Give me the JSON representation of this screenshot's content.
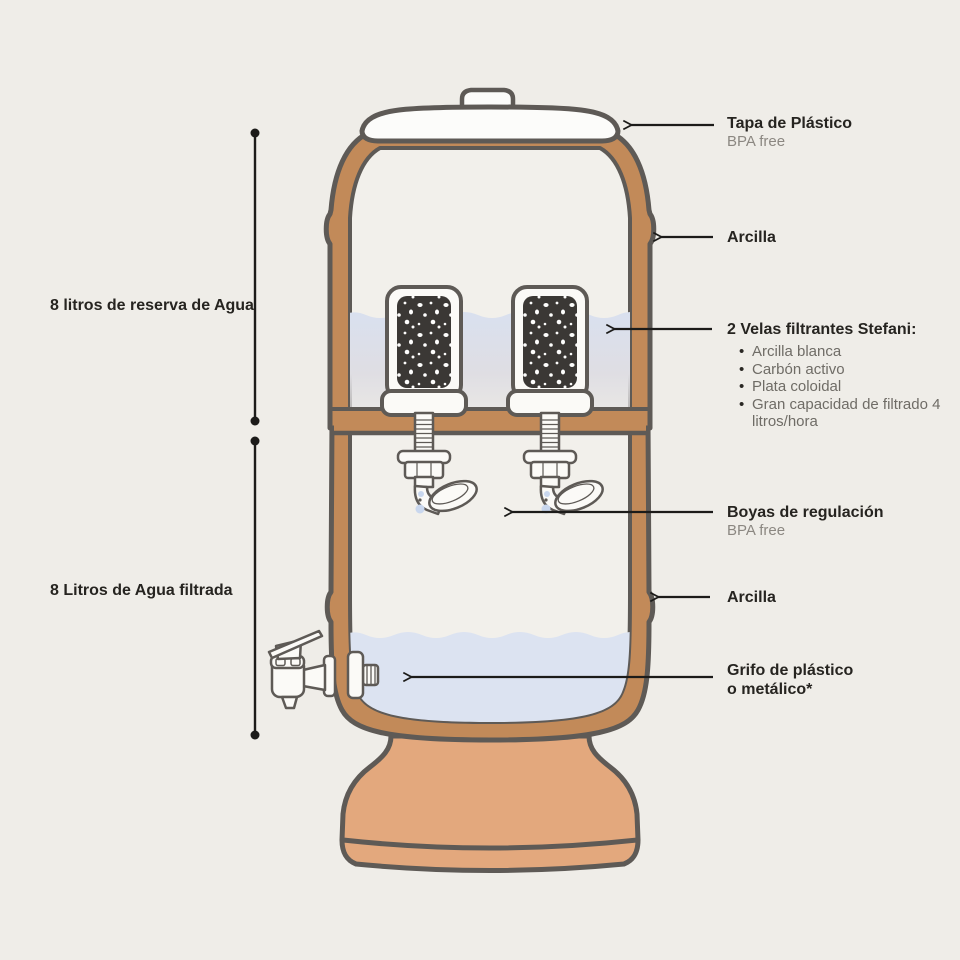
{
  "annotations": {
    "tapa": {
      "title": "Tapa de Plástico",
      "subtitle": "BPA free"
    },
    "arcilla_top": {
      "title": "Arcilla"
    },
    "velas": {
      "title": "2 Velas filtrantes Stefani:",
      "bullets": [
        "Arcilla blanca",
        "Carbón activo",
        "Plata coloidal",
        "Gran capacidad de filtrado 4 litros/hora"
      ]
    },
    "boyas": {
      "title": "Boyas de regulación",
      "subtitle": "BPA free"
    },
    "arcilla_bottom": {
      "title": "Arcilla"
    },
    "grifo": {
      "title": "Grifo de plástico",
      "title_line2": "o metálico*"
    }
  },
  "measurements": {
    "upper": "8 litros de reserva de Agua",
    "lower": "8 Litros de Agua filtrada"
  },
  "colors": {
    "background": "#EFEDE8",
    "clay": "#C28A59",
    "clay-light": "#E3A87D",
    "outline": "#5E5A56",
    "interior": "#F2F0EB",
    "water": "#DCE3F1",
    "candle-dark": "#3B3835",
    "white-part": "#FBFAF7",
    "ink": "#1C1B19",
    "text": "#262420",
    "muted": "#8B8781",
    "bullet-text": "#6F6C66",
    "droplet": "#C9D7EE"
  }
}
